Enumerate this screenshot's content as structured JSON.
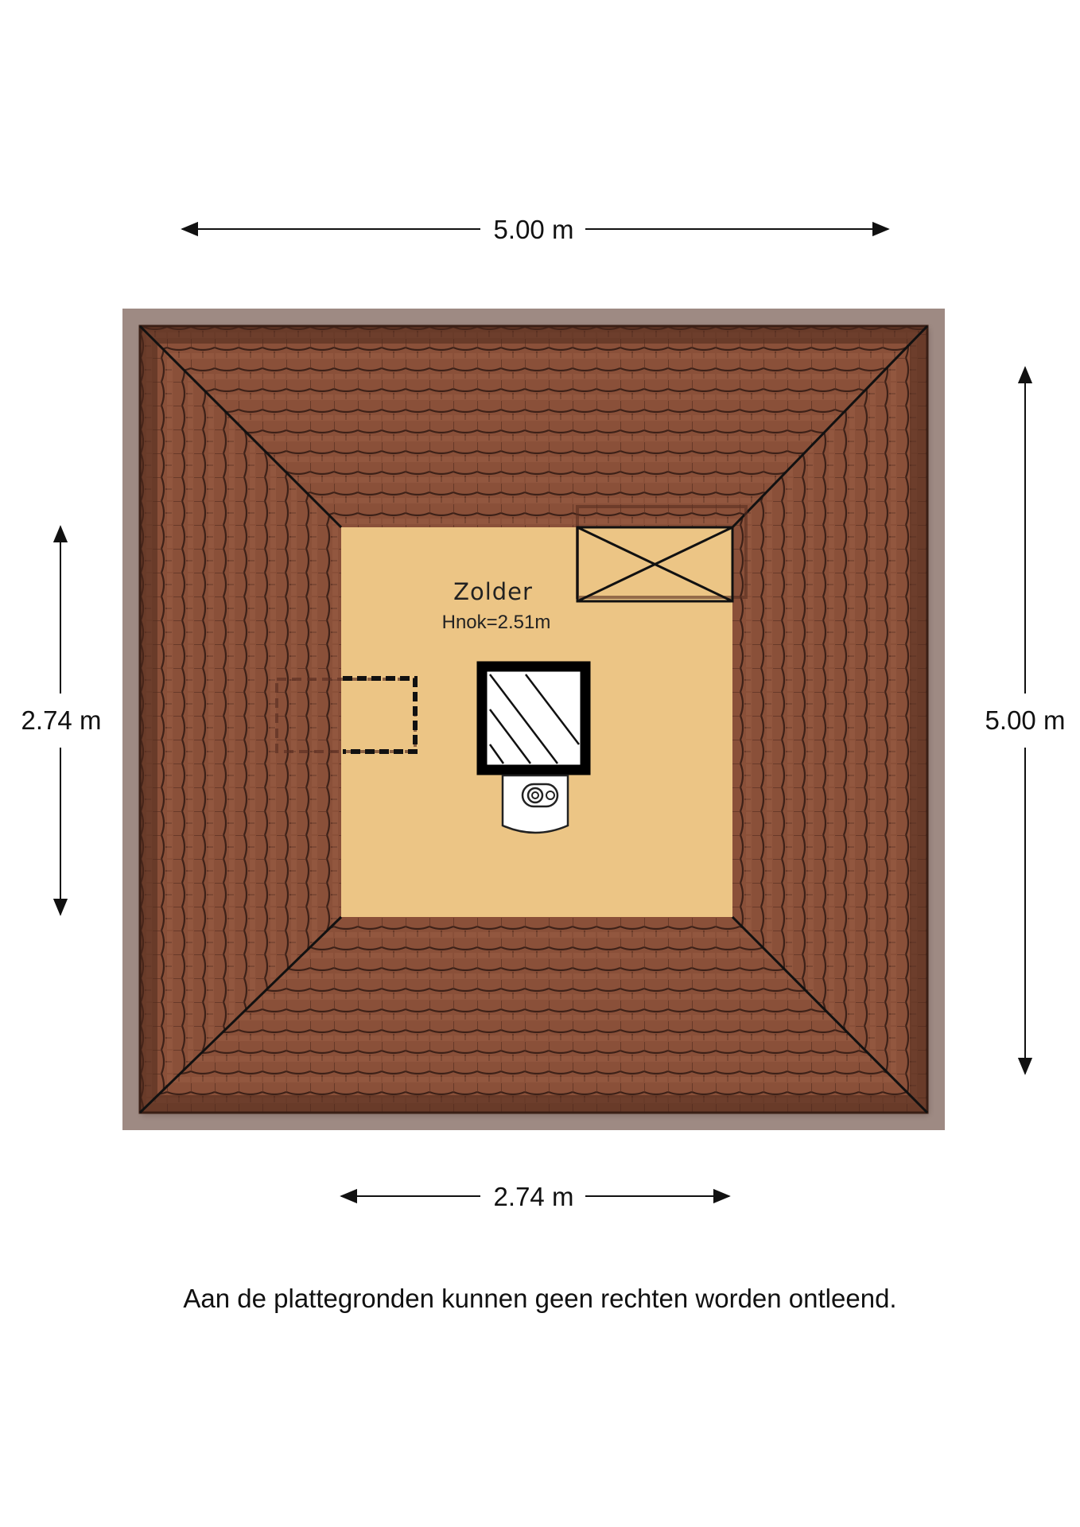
{
  "dimensions": {
    "top_width": "5.00 m",
    "bottom_width": "2.74 m",
    "left_height": "2.74 m",
    "right_height": "5.00 m"
  },
  "room": {
    "name": "Zolder",
    "ridge_height": "Hnok=2.51m"
  },
  "disclaimer": "Aan de plattegronden kunnen geen rechten worden ontleend.",
  "colors": {
    "roof_tile": "#8a4f38",
    "roof_edge": "#4e2a1e",
    "floor": "#ecc585",
    "lines": "#111111"
  }
}
